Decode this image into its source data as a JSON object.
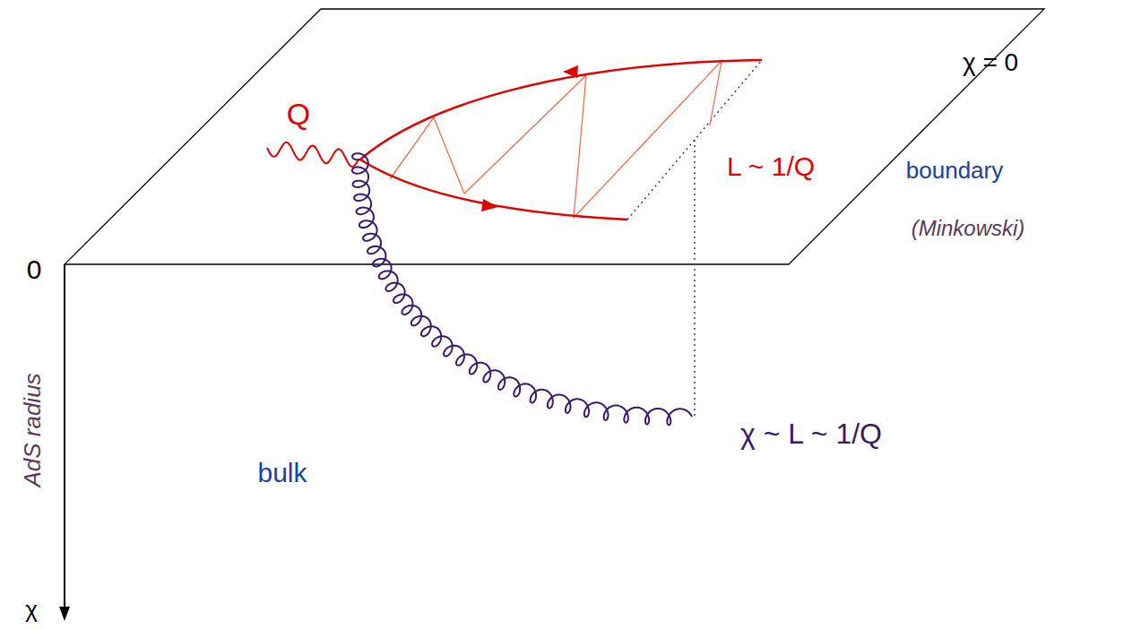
{
  "diagram": {
    "labels": [
      "χ = 0",
      "Q",
      "L ~ 1/Q",
      "boundary",
      "(Minkowski)",
      "0",
      "AdS radius",
      "χ ~ L ~ 1/Q",
      "bulk",
      "χ"
    ]
  }
}
